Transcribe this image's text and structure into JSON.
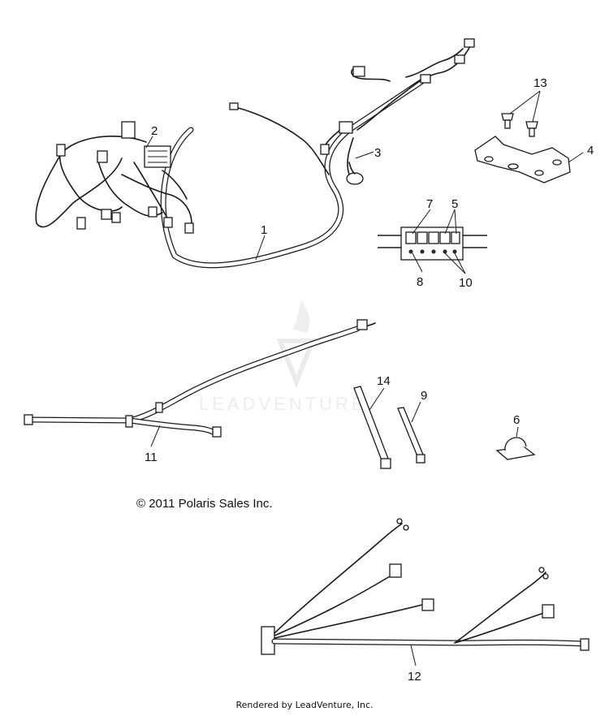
{
  "callouts": [
    "1",
    "2",
    "3",
    "4",
    "5",
    "6",
    "7",
    "8",
    "9",
    "10",
    "11",
    "12",
    "13",
    "14"
  ],
  "watermark": {
    "text": "LEADVENTURE"
  },
  "copyright": "© 2011 Polaris Sales Inc.",
  "footer": "Rendered by LeadVenture, Inc."
}
